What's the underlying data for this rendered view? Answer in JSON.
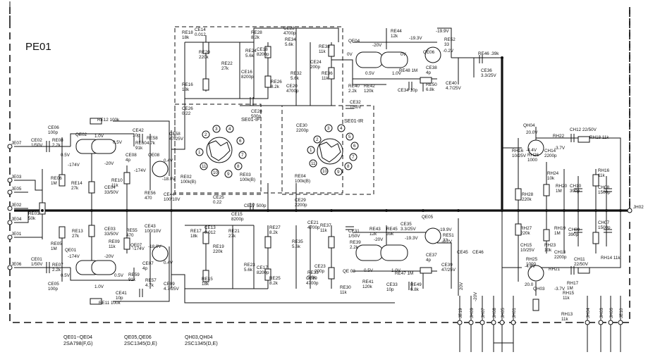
{
  "board_title": "PE01",
  "notes": [
    {
      "id": "n1a",
      "text": "QE01~QE04"
    },
    {
      "id": "n1b",
      "text": "2SA798(F,G)"
    },
    {
      "id": "n2a",
      "text": "QE05,QE06"
    },
    {
      "id": "n2b",
      "text": "2SC1345(D,E)"
    },
    {
      "id": "n3a",
      "text": "QH03,QH04"
    },
    {
      "id": "n3b",
      "text": "2SC1345(D,E)"
    }
  ],
  "switches": [
    {
      "name": "selector-switch-f",
      "label": "SE01-IF"
    },
    {
      "name": "selector-switch-r",
      "label": "SE01-IR"
    }
  ],
  "terminals": [
    {
      "name": "JE07",
      "label": "JE07"
    },
    {
      "name": "JE03",
      "label": "JE03"
    },
    {
      "name": "JE05",
      "label": "JE05"
    },
    {
      "name": "JE02",
      "label": "JE02"
    },
    {
      "name": "JE04",
      "label": "JE04"
    },
    {
      "name": "JE01",
      "label": "JE01"
    },
    {
      "name": "JE06",
      "label": "JE06"
    },
    {
      "name": "JH02",
      "label": "JH02"
    },
    {
      "name": "JE19",
      "label": "JE19"
    },
    {
      "name": "JH09",
      "label": "JH09"
    },
    {
      "name": "JH07",
      "label": "JH07"
    },
    {
      "name": "JH08",
      "label": "JH08"
    },
    {
      "name": "JH05",
      "label": "JH05"
    },
    {
      "name": "JH01",
      "label": "JH01"
    },
    {
      "name": "JH04",
      "label": "JH04"
    },
    {
      "name": "JH03",
      "label": "JH03"
    },
    {
      "name": "JH06",
      "label": "JH06"
    },
    {
      "name": "JE10",
      "label": "JE10"
    }
  ],
  "labels": [
    {
      "id": "ce06",
      "t": "CE06\n100p"
    },
    {
      "id": "ce02",
      "t": "CE02\n1/50V"
    },
    {
      "id": "re08",
      "t": "RE08\n2.2k"
    },
    {
      "id": "qe02",
      "t": "QE02"
    },
    {
      "id": "re12",
      "t": "RE12 100k"
    },
    {
      "id": "ce42",
      "t": "CE42\n10p"
    },
    {
      "id": "ce58",
      "t": "CE58\n47/25V"
    },
    {
      "id": "re58",
      "t": "RE58\n4.7k"
    },
    {
      "id": "re60",
      "t": "RE60\n91k"
    },
    {
      "id": "ce08",
      "t": "CE08\n4p"
    },
    {
      "id": "qe08",
      "t": "QE08"
    },
    {
      "id": "re06",
      "t": "RE06\n1M"
    },
    {
      "id": "re14",
      "t": "RE14\n27k"
    },
    {
      "id": "re10",
      "t": "RE10\n11k"
    },
    {
      "id": "ce04",
      "t": "CE04\n33/50V"
    },
    {
      "id": "re56",
      "t": "RE56\n470"
    },
    {
      "id": "ce44",
      "t": "CE44\n100/10V"
    },
    {
      "id": "re01",
      "t": "RE01\n50k"
    },
    {
      "id": "re13",
      "t": "RE13\n27k"
    },
    {
      "id": "ce03",
      "t": "CE03\n33/50V"
    },
    {
      "id": "re55",
      "t": "RE55\n470"
    },
    {
      "id": "ce43",
      "t": "CE43\n100/10V"
    },
    {
      "id": "re09",
      "t": "RE09\n11k"
    },
    {
      "id": "qe07",
      "t": "QE07"
    },
    {
      "id": "ce01",
      "t": "CE01\n1/50V"
    },
    {
      "id": "re07",
      "t": "RE07\n2.2k"
    },
    {
      "id": "qe01",
      "t": "QE01"
    },
    {
      "id": "ce05",
      "t": "CE05\n100p"
    },
    {
      "id": "re05",
      "t": "RE05\n1M"
    },
    {
      "id": "re59",
      "t": "RE59\n91k"
    },
    {
      "id": "ce07",
      "t": "CE07\n4p"
    },
    {
      "id": "re57",
      "t": "RE57\n4.7k"
    },
    {
      "id": "ce41",
      "t": "CE41\n10p"
    },
    {
      "id": "re11",
      "t": "RE11 100k"
    },
    {
      "id": "ce09",
      "t": "CE09\n4.7/25V"
    },
    {
      "id": "re18",
      "t": "RE18\n18k"
    },
    {
      "id": "ce14",
      "t": "CE14\n0.012"
    },
    {
      "id": "re20",
      "t": "RE20\n220k"
    },
    {
      "id": "re16",
      "t": "RE16\n18k"
    },
    {
      "id": "re22",
      "t": "RE22\n27k"
    },
    {
      "id": "re28",
      "t": "RE28\n8.2k"
    },
    {
      "id": "re24",
      "t": "RE24\n5.6k"
    },
    {
      "id": "ce18",
      "t": "CE18\n8200p"
    },
    {
      "id": "ce16",
      "t": "CE16\n8200p"
    },
    {
      "id": "re26",
      "t": "RE26\n8.2k"
    },
    {
      "id": "ce22",
      "t": "CE22\n4700p"
    },
    {
      "id": "re34",
      "t": "RE34\n5.6k"
    },
    {
      "id": "re38",
      "t": "RE38\n11k"
    },
    {
      "id": "ce24",
      "t": "CE24\n200p"
    },
    {
      "id": "re32",
      "t": "RE32\n5.6k"
    },
    {
      "id": "re36",
      "t": "RE36\n11k"
    },
    {
      "id": "ce20",
      "t": "CE20\n4700p"
    },
    {
      "id": "ce28",
      "t": "CE28\n500p"
    },
    {
      "id": "ce32",
      "t": "CE32\n1/50V"
    },
    {
      "id": "ce26",
      "t": "CE26\n0.22"
    },
    {
      "id": "re02",
      "t": "RE02\n100k(B)"
    },
    {
      "id": "re03",
      "t": "RE03\n100k(B)"
    },
    {
      "id": "re04",
      "t": "RE04\n100k(B)"
    },
    {
      "id": "ce30",
      "t": "CE30\n2200p"
    },
    {
      "id": "ce25",
      "t": "CE25\n0.22"
    },
    {
      "id": "ce27",
      "t": "CE27 500p"
    },
    {
      "id": "ce29",
      "t": "CE29\n2200p"
    },
    {
      "id": "re17",
      "t": "RE17\n18k"
    },
    {
      "id": "ce13",
      "t": "CE13\n0.012"
    },
    {
      "id": "re19",
      "t": "RE19\n220k"
    },
    {
      "id": "ce15",
      "t": "CE15\n8200p"
    },
    {
      "id": "re21",
      "t": "RE21\n27k"
    },
    {
      "id": "re27",
      "t": "RE27\n8.2k"
    },
    {
      "id": "ce21",
      "t": "CE21\n4700p"
    },
    {
      "id": "re37",
      "t": "RE37\n11k"
    },
    {
      "id": "ce17",
      "t": "CE17\n8200p"
    },
    {
      "id": "re23",
      "t": "RE23\n5.6k"
    },
    {
      "id": "re15",
      "t": "RE15\n18k"
    },
    {
      "id": "re25",
      "t": "RE25\n8.2k"
    },
    {
      "id": "ce19",
      "t": "CE19\n4700p"
    },
    {
      "id": "re33",
      "t": "RE33\n5.6k"
    },
    {
      "id": "ce23",
      "t": "CE23\n200p"
    },
    {
      "id": "re35",
      "t": "RE35\n5.6k"
    },
    {
      "id": "qe04",
      "t": "QE04"
    },
    {
      "id": "re44",
      "t": "RE44\n12k"
    },
    {
      "id": "qe06",
      "t": "QE06"
    },
    {
      "id": "re52",
      "t": "RE52\n33"
    },
    {
      "id": "ce38",
      "t": "CE38\n4p"
    },
    {
      "id": "re48",
      "t": "RE48 1M"
    },
    {
      "id": "re40",
      "t": "RE40\n2.2k"
    },
    {
      "id": "re42",
      "t": "RE42\n120k"
    },
    {
      "id": "ce34",
      "t": "CE34 10p"
    },
    {
      "id": "re50",
      "t": "RE50\n6.8k"
    },
    {
      "id": "ce40",
      "t": "CE40\n4.7/25V"
    },
    {
      "id": "re46",
      "t": "RE46 .39k"
    },
    {
      "id": "ce36",
      "t": "CE36\n3.3/25V"
    },
    {
      "id": "ce31",
      "t": "CE31\n1/50V"
    },
    {
      "id": "re39",
      "t": "RE39\n2.2k"
    },
    {
      "id": "re43",
      "t": "RE43\n12k"
    },
    {
      "id": "re45",
      "t": "RE45\n39k"
    },
    {
      "id": "ce35",
      "t": "CE35\n3.3/25V"
    },
    {
      "id": "qe05",
      "t": "QE05"
    },
    {
      "id": "re51",
      "t": "RE51\n33"
    },
    {
      "id": "ce37",
      "t": "CE37\n4p"
    },
    {
      "id": "qe03",
      "t": "QE 03"
    },
    {
      "id": "re47",
      "t": "RE47 1M"
    },
    {
      "id": "ce39",
      "t": "CE39\n47/25V"
    },
    {
      "id": "re30",
      "t": "RE30\n11k"
    },
    {
      "id": "re41",
      "t": "RE41\n120k"
    },
    {
      "id": "ce33",
      "t": "CE33\n10p"
    },
    {
      "id": "re49",
      "t": "RE49\n6.8k"
    },
    {
      "id": "ce45",
      "t": "CE45"
    },
    {
      "id": "ce46",
      "t": "CE46"
    },
    {
      "id": "qh04",
      "t": "QH04"
    },
    {
      "id": "rh22",
      "t": "RH22"
    },
    {
      "id": "ch12",
      "t": "CH12 22/50V"
    },
    {
      "id": "rh18",
      "t": "RH18 11k"
    },
    {
      "id": "rh16a",
      "t": "RH16\n10/25V"
    },
    {
      "id": "rh26",
      "t": "RH26\n1000"
    },
    {
      "id": "ch14",
      "t": "CH14\n2200p"
    },
    {
      "id": "rh24",
      "t": "RH24\n10k"
    },
    {
      "id": "rh16b",
      "t": "RH16\n11k"
    },
    {
      "id": "rh20",
      "t": "RH20\n1M"
    },
    {
      "id": "ch10",
      "t": "CH10\n390p"
    },
    {
      "id": "ch08",
      "t": "CH08\n1500p"
    },
    {
      "id": "rh28",
      "t": "RH28\n220k"
    },
    {
      "id": "rh27",
      "t": "RH27\n220k"
    },
    {
      "id": "rh19",
      "t": "RH19\n1M"
    },
    {
      "id": "ch09",
      "t": "CH09\n390p"
    },
    {
      "id": "ch07",
      "t": "CH07\n1500p"
    },
    {
      "id": "rh23",
      "t": "RH23\n10k"
    },
    {
      "id": "ch15",
      "t": "CH15\n10/25V"
    },
    {
      "id": "rh25",
      "t": "RH25\n1000"
    },
    {
      "id": "ch13",
      "t": "CH13\n2200p"
    },
    {
      "id": "rh21",
      "t": "RH21"
    },
    {
      "id": "ch11",
      "t": "CH11\n22/50V"
    },
    {
      "id": "rh14",
      "t": "RH14 11k"
    },
    {
      "id": "rh17",
      "t": "RH17\n1M"
    },
    {
      "id": "rh15",
      "t": "RH15\n11k"
    },
    {
      "id": "rh13",
      "t": "RH13\n11k"
    },
    {
      "id": "qh03",
      "t": "QH03"
    }
  ],
  "voltages": [
    {
      "id": "v01",
      "t": "1.0V"
    },
    {
      "id": "v02",
      "t": "-20V"
    },
    {
      "id": "v03",
      "t": "0.5V"
    },
    {
      "id": "v04",
      "t": "-174V"
    },
    {
      "id": "v05",
      "t": "0.5V"
    },
    {
      "id": "v06",
      "t": "0.4V"
    },
    {
      "id": "v07",
      "t": "-174V"
    },
    {
      "id": "v08",
      "t": "-18.0V"
    },
    {
      "id": "v09",
      "t": "-174V"
    },
    {
      "id": "v10",
      "t": "-20V"
    },
    {
      "id": "v11",
      "t": "0.5V"
    },
    {
      "id": "v12",
      "t": "1.0V"
    },
    {
      "id": "v13",
      "t": "-18.0V"
    },
    {
      "id": "v14",
      "t": "-174V"
    },
    {
      "id": "v15",
      "t": "0.4V"
    },
    {
      "id": "v16",
      "t": "0.5V"
    },
    {
      "id": "v17",
      "t": "0V"
    },
    {
      "id": "v18",
      "t": "-20V"
    },
    {
      "id": "v19",
      "t": "0V"
    },
    {
      "id": "v20",
      "t": "-19.3V"
    },
    {
      "id": "v21",
      "t": "-19.9V"
    },
    {
      "id": "v22",
      "t": "-0.2V"
    },
    {
      "id": "v23",
      "t": "0.5V"
    },
    {
      "id": "v24",
      "t": "1.0V"
    },
    {
      "id": "v25",
      "t": "-19.9V"
    },
    {
      "id": "v26",
      "t": "-0.2V"
    },
    {
      "id": "v27",
      "t": "-20V"
    },
    {
      "id": "v28",
      "t": "-19.3V"
    },
    {
      "id": "v29",
      "t": "0.5V"
    },
    {
      "id": "v30",
      "t": "1.0V"
    },
    {
      "id": "v31",
      "t": "20.0V"
    },
    {
      "id": "v32",
      "t": "-4.4V"
    },
    {
      "id": "v33",
      "t": "-3.7V"
    },
    {
      "id": "v34",
      "t": "-4.4V"
    },
    {
      "id": "v35",
      "t": "-3.7V"
    },
    {
      "id": "v36",
      "t": "20.0"
    },
    {
      "id": "v37",
      "t": "20V"
    },
    {
      "id": "v38",
      "t": "-20V"
    }
  ]
}
